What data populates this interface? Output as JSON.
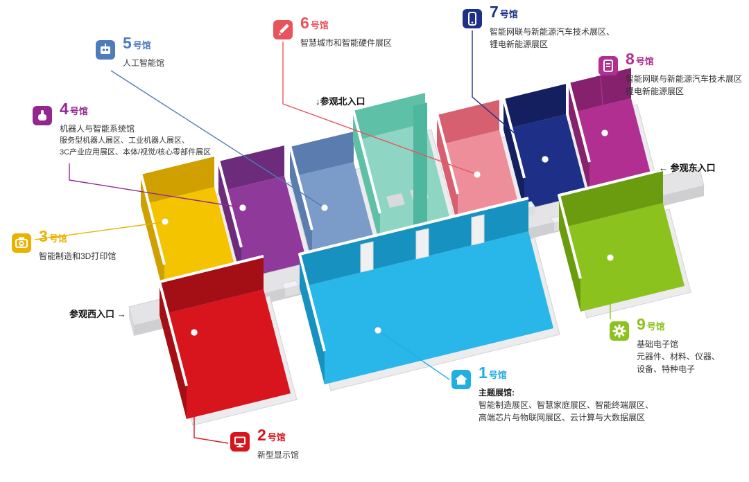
{
  "entrances": {
    "north": "↓参观北入口",
    "east": "← 参观东入口",
    "west": "参观西入口 →"
  },
  "corridor": {
    "top": "#e4e4e6",
    "front": "#cfcfd2",
    "end": "#d8d8db"
  },
  "atrium": {
    "floor": "#8ed6c3",
    "wall": "#5fc0a8",
    "tall_wall": "#4fb79e"
  },
  "halls": [
    {
      "key": "hall1",
      "number": "1",
      "suffix": "号馆",
      "color": "#21aee0",
      "floor": "#29b6e8",
      "wall": "#1791c0",
      "icon": "home-icon",
      "lines": [
        "主题展馆:",
        "智能制造展区、智慧家庭展区、智能终端展区、",
        "高端芯片与物联网展区、云计算与大数据展区"
      ]
    },
    {
      "key": "hall2",
      "number": "2",
      "suffix": "号馆",
      "color": "#d8151d",
      "floor": "#d8151d",
      "wall": "#a40f15",
      "icon": "monitor-icon",
      "lines": [
        "新型显示馆"
      ]
    },
    {
      "key": "hall3",
      "number": "3",
      "suffix": "号馆",
      "color": "#eab200",
      "floor": "#f5c400",
      "wall": "#cfa000",
      "icon": "printer-icon",
      "lines": [
        "智能制造和3D打印馆"
      ]
    },
    {
      "key": "hall4",
      "number": "4",
      "suffix": "号馆",
      "color": "#93278f",
      "floor": "#8f3a9b",
      "wall": "#6d2b7b",
      "icon": "hand-icon",
      "lines": [
        "机器人与智能系统馆",
        "服务型机器人展区、工业机器人展区、",
        "3C产业应用展区、本体/视觉/核心零部件展区"
      ]
    },
    {
      "key": "hall5",
      "number": "5",
      "suffix": "号馆",
      "color": "#4d7bbd",
      "floor": "#7b9bc8",
      "wall": "#5a7cae",
      "icon": "robot-icon",
      "lines": [
        "人工智能馆"
      ]
    },
    {
      "key": "hall6",
      "number": "6",
      "suffix": "号馆",
      "color": "#e8545c",
      "floor": "#ef8e9b",
      "wall": "#d6606f",
      "icon": "pencil-icon",
      "lines": [
        "智慧城市和智能硬件展区"
      ]
    },
    {
      "key": "hall7",
      "number": "7",
      "suffix": "号馆",
      "color": "#1d2f87",
      "floor": "#1d2f87",
      "wall": "#131f5e",
      "icon": "phone-icon",
      "lines": [
        "智能网联与新能源汽车技术展区、",
        "锂电新能源展区"
      ]
    },
    {
      "key": "hall8",
      "number": "8",
      "suffix": "号馆",
      "color": "#b02f90",
      "floor": "#b02f90",
      "wall": "#86216d",
      "icon": "doc-icon",
      "lines": [
        "智能网联与新能源汽车技术展区",
        "锂电新能源展区"
      ]
    },
    {
      "key": "hall9",
      "number": "9",
      "suffix": "号馆",
      "color": "#8cc21d",
      "floor": "#8cc21d",
      "wall": "#6b9c10",
      "icon": "gear-icon",
      "lines": [
        "基础电子馆",
        "元器件、材料、仪器、",
        "设备、特种电子"
      ]
    }
  ]
}
